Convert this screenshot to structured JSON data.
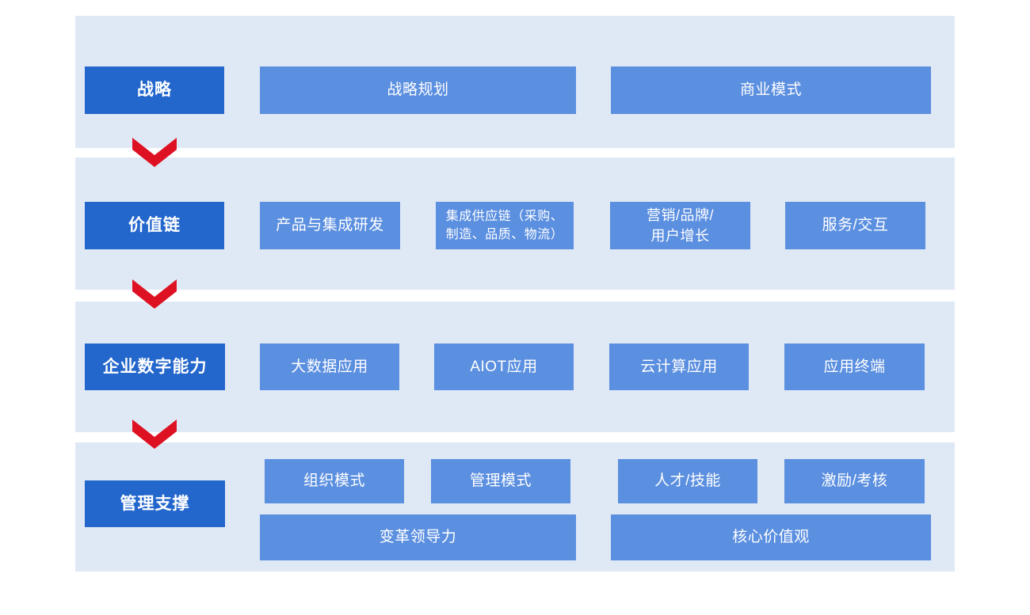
{
  "colors": {
    "band_background": "#dfe8f5",
    "primary_box": "#2366cc",
    "item_box": "#5b8fe0",
    "arrow": "#dd1122",
    "text": "#ffffff",
    "page_background": "#ffffff"
  },
  "layers": [
    {
      "id": "strategy",
      "label": "战略",
      "items": [
        {
          "label": "战略规划"
        },
        {
          "label": "商业模式"
        }
      ]
    },
    {
      "id": "value-chain",
      "label": "价值链",
      "items": [
        {
          "label": "产品与集成研发"
        },
        {
          "label": "集成供应链（采购、\n制造、品质、物流）"
        },
        {
          "label": "营销/品牌/\n用户增长"
        },
        {
          "label": "服务/交互"
        }
      ]
    },
    {
      "id": "digital-capability",
      "label": "企业数字能力",
      "items": [
        {
          "label": "大数据应用"
        },
        {
          "label": "AIOT应用"
        },
        {
          "label": "云计算应用"
        },
        {
          "label": "应用终端"
        }
      ]
    },
    {
      "id": "management-support",
      "label": "管理支撑",
      "items": [
        {
          "label": "组织模式"
        },
        {
          "label": "管理模式"
        },
        {
          "label": "人才/技能"
        },
        {
          "label": "激励/考核"
        },
        {
          "label": "变革领导力"
        },
        {
          "label": "核心价值观"
        }
      ]
    }
  ],
  "arrows": [
    {
      "name": "arrow-strategy-to-value-chain"
    },
    {
      "name": "arrow-value-chain-to-digital"
    },
    {
      "name": "arrow-digital-to-management"
    }
  ]
}
